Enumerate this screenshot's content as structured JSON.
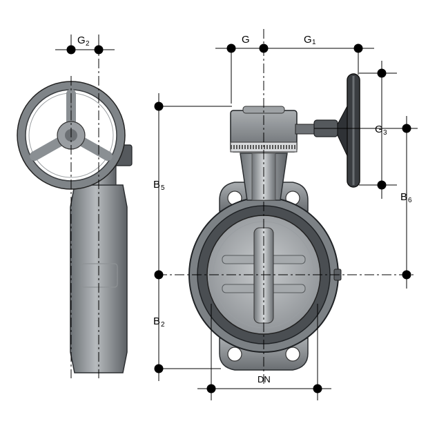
{
  "labels": {
    "g2": {
      "main": "G",
      "sub": "2"
    },
    "g": {
      "main": "G",
      "sub": ""
    },
    "g1": {
      "main": "G",
      "sub": "1"
    },
    "g3": {
      "main": "G",
      "sub": "3"
    },
    "b5": {
      "main": "B",
      "sub": "5"
    },
    "b6": {
      "main": "B",
      "sub": "6"
    },
    "b2": {
      "main": "B",
      "sub": "2"
    },
    "dn": {
      "main": "DN",
      "sub": ""
    }
  },
  "colors": {
    "body": "#8a8f94",
    "body_dark": "#3f4347",
    "body_light": "#c9ccce",
    "line": "#000000"
  }
}
